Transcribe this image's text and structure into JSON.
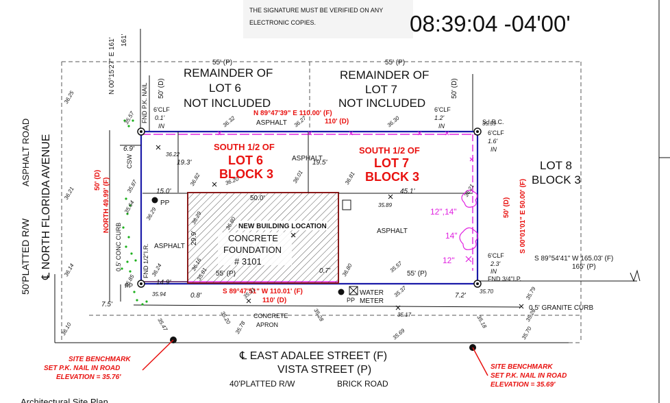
{
  "stamp": {
    "line1": "THE SIGNATURE MUST BE VERIFIED ON ANY",
    "line2": "ELECTRONIC COPIES.",
    "time": "08:39:04 -04'00'"
  },
  "caption": "Architectural Site Plan",
  "lots": {
    "remainder6": [
      "REMAINDER OF",
      "LOT 6",
      "NOT INCLUDED"
    ],
    "remainder7": [
      "REMAINDER OF",
      "LOT 7",
      "NOT INCLUDED"
    ],
    "lot6_title": [
      "SOUTH 1/2 OF",
      "LOT 6",
      "BLOCK 3"
    ],
    "lot7_title": [
      "SOUTH 1/2 OF",
      "LOT 7",
      "BLOCK 3"
    ],
    "lot8": [
      "LOT 8",
      "BLOCK 3"
    ]
  },
  "building": {
    "location_label": "NEW BUILDING LOCATION",
    "foundation": [
      "CONCRETE",
      "FOUNDATION",
      "# 3101"
    ],
    "width": "50.0'",
    "height": "29.9'"
  },
  "bearings": {
    "north_line": "N 89°47'39\" E   110.00' (F)",
    "north_line_d": "110' (D)",
    "south_line": "S 89°47'51\" W   110.01' (F)",
    "south_line_d": "110' (D)",
    "east_line": "S 00°01'01\" E   50.00' (F)",
    "east_line_d": "50' (D)",
    "west_line": "NORTH  49.99' (F)",
    "west_line_d": "50' (D)",
    "top_north": "N 00°15'27\" E   161'",
    "right_bearing": "S 89°54'41\" W   165.03' (F)",
    "right_p": "165' (P)"
  },
  "streets": {
    "east_adalee": "℄ EAST ADALEE STREET (F)",
    "vista": "VISTA STREET (P)",
    "south_rw": "40'PLATTED R/W",
    "brick": "BRICK ROAD",
    "north_florida": "℄ NORTH FLORIDA AVENUE",
    "west_rw": "50'PLATTED R/W",
    "asphalt_road": "ASPHALT ROAD"
  },
  "benchmarks": [
    [
      "SITE BENCHMARK",
      "SET P.K. NAIL IN ROAD",
      "ELEVATION = 35.76'"
    ],
    [
      "SITE BENCHMARK",
      "SET P.K. NAIL IN ROAD",
      "ELEVATION = 35.69'"
    ]
  ],
  "trees": [
    "12\",14\"",
    "14\"",
    "12\""
  ],
  "labels": {
    "asphalt": "ASPHALT",
    "water_meter": [
      "WATER",
      "METER"
    ],
    "concrete_apron": [
      "CONCRETE",
      "APRON"
    ],
    "granite_curb": "0.5' GRANITE CURB",
    "conc_curb": "0.5' CONC CURB",
    "csw": "CSW",
    "fnd_pk": "FND P.K. NAIL",
    "fnd_ir_w": "FND 1/2\"I.R.",
    "fnd_ip": "FND 3/4\"I.P.",
    "sirc": "S.I.R.C.",
    "pp": "PP",
    "clf": "6'CLF",
    "in": "IN",
    "p55": "55' (P)",
    "d50": "50' (D)"
  },
  "dims": {
    "d01": "0.1'",
    "d12": "1.2'",
    "d16": "1.6'",
    "d23": "2.3'",
    "d69": "6.9'",
    "d193": "19.3'",
    "d195": "19.5'",
    "d150": "15.0'",
    "d451": "45.1'",
    "d149": "14.9'",
    "d08": "0.8'",
    "d07": "0.7'",
    "d72": "7.2'",
    "d75": "7.5'",
    "d161": "161'"
  },
  "elevations": [
    "36.32",
    "36.27",
    "36.30",
    "36.22",
    "36.82",
    "36.20",
    "36.01",
    "36.81",
    "35.89",
    "36.29",
    "36.80",
    "36.29",
    "36.16",
    "36.24",
    "35.94",
    "35.81",
    "35.31",
    "35.57",
    "36.80",
    "35.37",
    "35.17",
    "35.18",
    "35.70",
    "35.79",
    "35.26",
    "35.70",
    "35.69",
    "35.28",
    "35.78",
    "35.20",
    "35.47",
    "35.85",
    "35.87",
    "35.64",
    "35.57",
    "35.59",
    "36.25",
    "36.21",
    "36.14",
    "36.10",
    "36.21"
  ]
}
